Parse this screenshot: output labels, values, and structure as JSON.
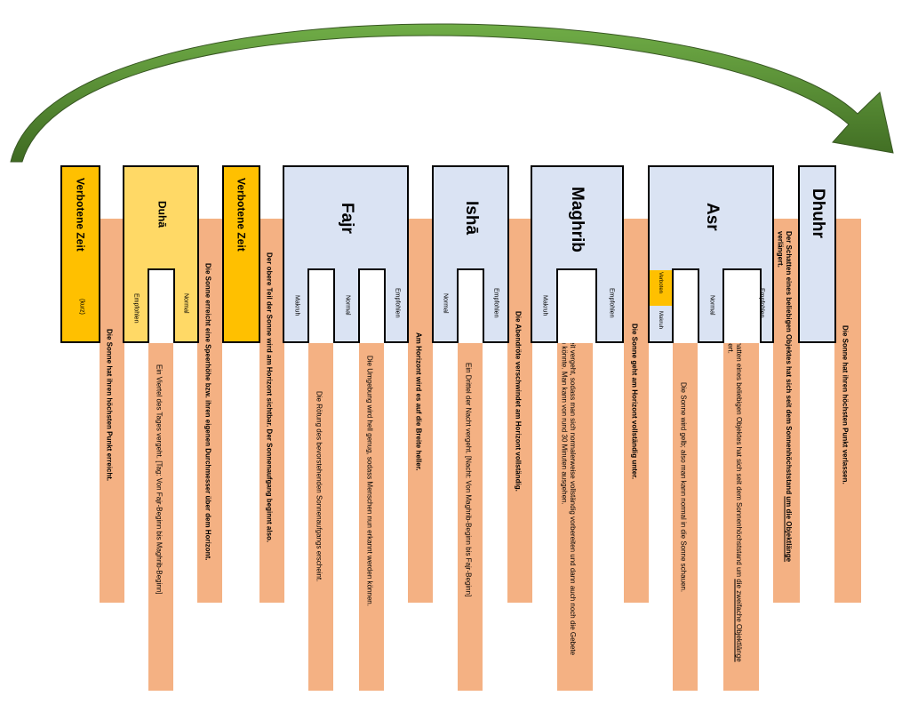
{
  "periods": [
    {
      "id": "verboten1",
      "title": "Verbotene Zeit",
      "note": "(kurz)"
    },
    {
      "id": "duha",
      "title": "Duhā",
      "subs": [
        "Empfohlen",
        "Normal"
      ],
      "desc": "Ein Viertel des Tages vergeht. [Tag: Von Fajr-Beginn bis Maghrib-Beginn]"
    },
    {
      "id": "verboten2",
      "title": "Verbotene Zeit"
    },
    {
      "id": "fajr",
      "title": "Fajr",
      "subs": [
        "Makruh",
        "Normal",
        "Empfohlen"
      ],
      "desc1": "Die Rötung des bevorstehenden Sonnenaufgangs erscheint.",
      "desc2": "Die Umgebung wird hell genug, sodass Menschen nun erkannt werden können."
    },
    {
      "id": "isha",
      "title": "Ishā",
      "subs": [
        "Normal",
        "Empfohlen"
      ],
      "desc": "Ein Drittel der Nacht vergeht. [Nacht: Von Maghrib-Beginn bis Fajr-Beginn]"
    },
    {
      "id": "maghrib",
      "title": "Maghrib",
      "subs": [
        "Makruh",
        "Empfohlen"
      ],
      "desc": "Genug Zeit vergeht, sodass man sich normalerweise vollständig vorbereiten und dann auch noch die Gebete verrichten könnte. Man kann von rund 30 Minuten ausgehen."
    },
    {
      "id": "asr",
      "title": "Asr",
      "subs": [
        "Verboten",
        "Makruh",
        "Normal",
        "Empfohlen"
      ],
      "desc1": "Die Sonne wird gelb; also man kann normal in die Sonne schauen.",
      "desc2_a": "Der Schatten eines beliebigen Objektes hat sich seit dem Sonnenhöchststand um ",
      "desc2_u": "die zweifache Objektlänge",
      "desc2_b": " verlängert."
    },
    {
      "id": "dhuhr",
      "title": "Dhuhr"
    }
  ],
  "transitions": {
    "t1": "Die Sonne hat ihren höchsten Punkt erreicht.",
    "t2": "Die Sonne erreicht eine Speerhöhe bzw. ihren eigenen Durchmesser über dem Horizont.",
    "t3": "Der obere Teil der Sonne wird am Horizont sichtbar. Der Sonnenaufgang beginnt also.",
    "t4": "Am Horizont wird es auf die Breite heller.",
    "t5": "Die Abendröte verschwindet am Horizont vollständig.",
    "t6": "Die Sonne geht am Horizont vollständig unter.",
    "t7_a": "Der Schatten eines beliebigen Objektes hat sich seit dem Sonnenhöchststand ",
    "t7_u": "um die Objektlänge",
    "t7_b": " verlängert.",
    "t8": "Die Sonne hat ihren höchsten Punkt verlassen."
  },
  "colors": {
    "blue": "#dae3f3",
    "gold": "#ffc000",
    "yellow": "#ffd966",
    "strip": "#f4b183",
    "arrow": "#548235"
  }
}
